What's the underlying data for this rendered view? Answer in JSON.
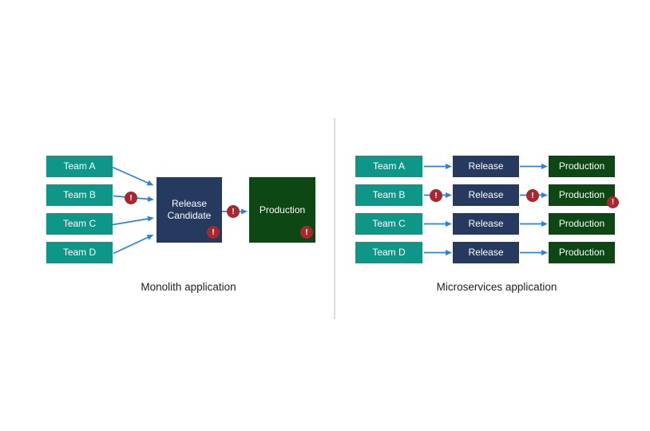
{
  "diagram": {
    "monolith": {
      "caption": "Monolith application",
      "teams": [
        {
          "label": "Team A"
        },
        {
          "label": "Team B"
        },
        {
          "label": "Team C"
        },
        {
          "label": "Team D"
        }
      ],
      "release_candidate_label": "Release Candidate",
      "production_label": "Production"
    },
    "microservices": {
      "caption": "Microservices application",
      "rows": [
        {
          "team": "Team A",
          "release": "Release",
          "production": "Production"
        },
        {
          "team": "Team B",
          "release": "Release",
          "production": "Production"
        },
        {
          "team": "Team C",
          "release": "Release",
          "production": "Production"
        },
        {
          "team": "Team D",
          "release": "Release",
          "production": "Production"
        }
      ]
    },
    "badge_glyph": "!",
    "colors": {
      "team_teal": "#0E9688",
      "release_navy": "#253A5E",
      "production_green": "#0D4814",
      "arrow_blue": "#2B82DC",
      "badge_red": "#A7282E",
      "divider_gray": "#DBDBDB",
      "caption_text": "#1F1F1F",
      "box_text": "#FFFFFF"
    }
  }
}
